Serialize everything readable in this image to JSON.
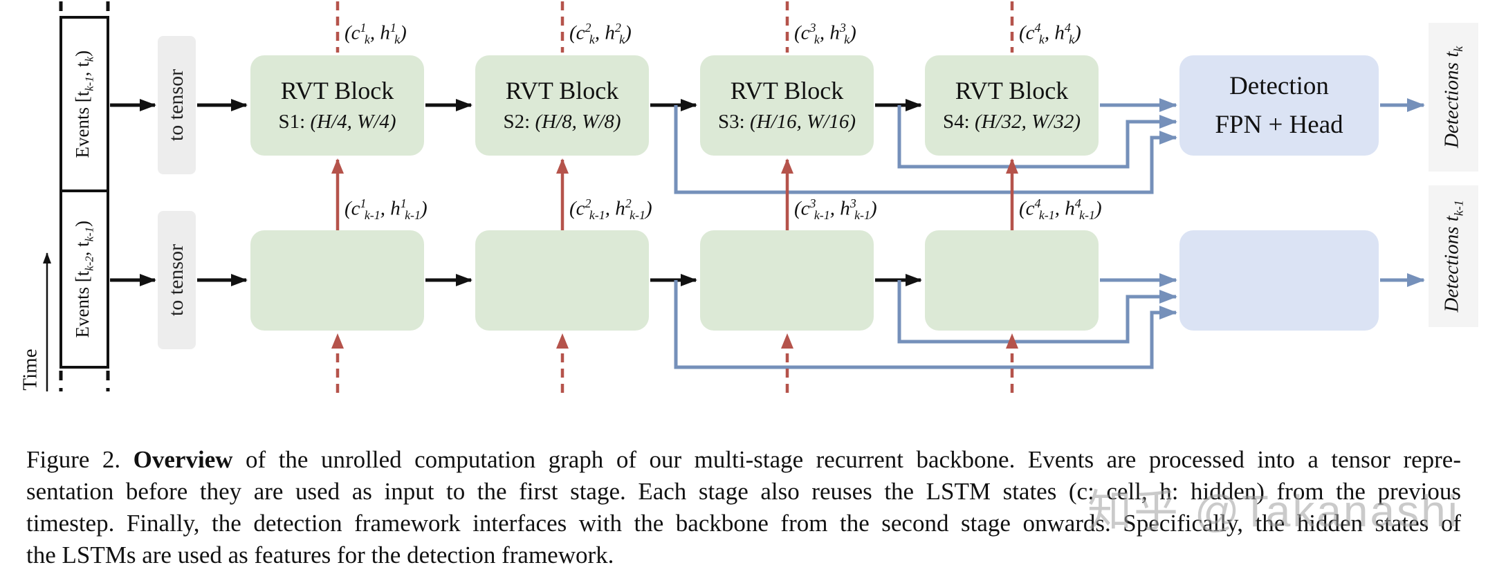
{
  "figure": {
    "time_axis": {
      "label": "Time"
    },
    "event_inputs": [
      {
        "label": "Events [t_{k-1}, t_{k})"
      },
      {
        "label": "Events [t_{k-2}, t_{k-1})"
      }
    ],
    "to_tensor": {
      "label": "to tensor"
    },
    "stages": [
      {
        "title": "RVT Block",
        "stage_label": "S1:",
        "stage_size": "(H/4, W/4)",
        "state_out": "(c^{1}_{k}, h^{1}_{k})",
        "state_in": "(c^{1}_{k-1}, h^{1}_{k-1})"
      },
      {
        "title": "RVT Block",
        "stage_label": "S2:",
        "stage_size": "(H/8, W/8)",
        "state_out": "(c^{2}_{k}, h^{2}_{k})",
        "state_in": "(c^{2}_{k-1}, h^{2}_{k-1})"
      },
      {
        "title": "RVT Block",
        "stage_label": "S3:",
        "stage_size": "(H/16, W/16)",
        "state_out": "(c^{3}_{k}, h^{3}_{k})",
        "state_in": "(c^{3}_{k-1}, h^{3}_{k-1})"
      },
      {
        "title": "RVT Block",
        "stage_label": "S4:",
        "stage_size": "(H/32, W/32)",
        "state_out": "(c^{4}_{k}, h^{4}_{k})",
        "state_in": "(c^{4}_{k-1}, h^{4}_{k-1})"
      }
    ],
    "detection_head": {
      "line1": "Detection",
      "line2": "FPN + Head"
    },
    "detection_outputs": [
      {
        "label": "Detections t_{k}"
      },
      {
        "label": "Detections t_{k-1}"
      }
    ],
    "colors": {
      "stage_block": "#dce9d6",
      "detection_block": "#dbe3f4",
      "to_tensor_box": "#ededed",
      "output_panel": "#f4f4f4",
      "recurrent_arrow": "#b5534b",
      "feature_arrow": "#7590ba",
      "flow_arrow": "#111111"
    }
  },
  "caption": {
    "line1": {
      "pre": "Figure 2.  ",
      "bold": "Overview",
      "rest": " of the unrolled computation graph of our multi-stage recurrent backbone. Events are processed into a tensor repre-"
    },
    "line2": "sentation before they are used as input to the first stage. Each stage also reuses the LSTM states (c: cell, h: hidden) from the previous",
    "line3": "timestep. Finally, the detection framework interfaces with the backbone from the second stage onwards. Specifically, the hidden states of",
    "line4": "the LSTMs are used as features for the detection framework."
  },
  "watermark": {
    "text": "知乎 @Takanashi"
  }
}
